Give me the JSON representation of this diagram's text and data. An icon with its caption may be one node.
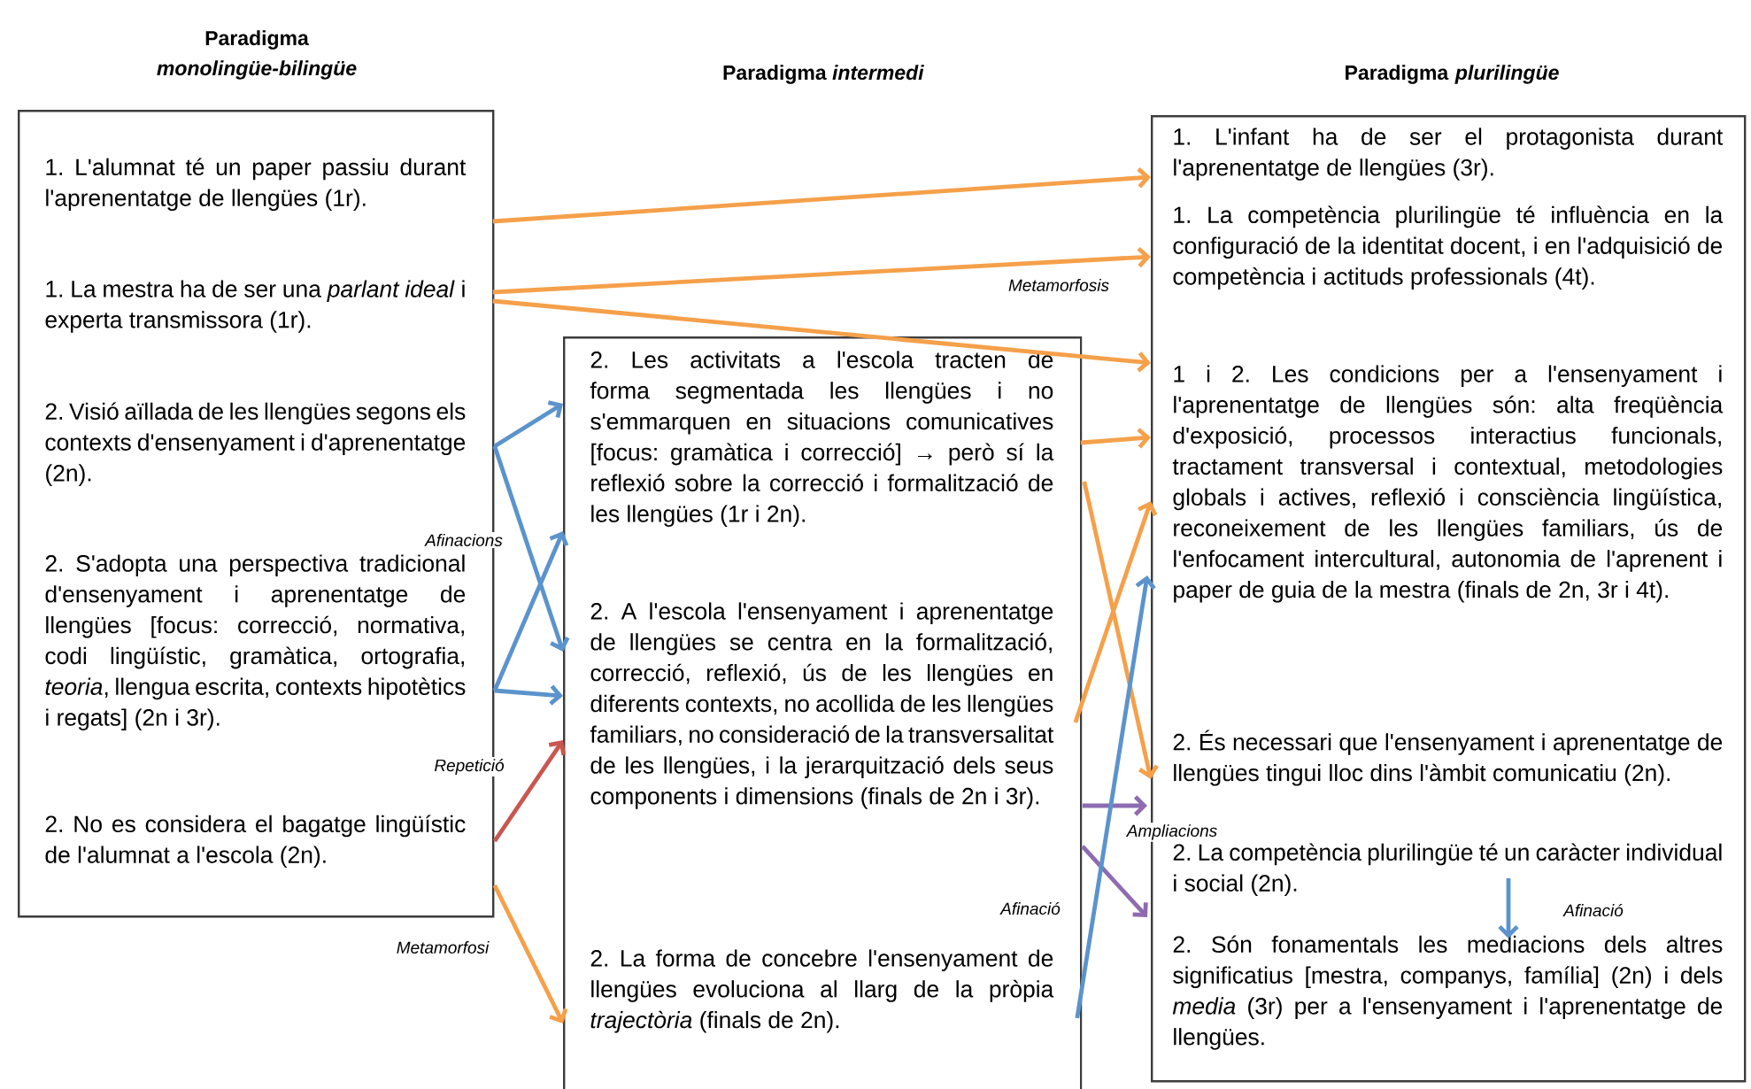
{
  "diagram": {
    "nodes": [
      {
        "text": [
          "Paradigma *monolingüe-bilingüe*"
        ]
      },
      {
        "text": [
          "1. L'alumnat té un paper passiu durant l'aprenentatge de llengües (1r)."
        ],
        "in": 0
      },
      {
        "text": [
          "1. La mestra ha de ser una *parlant ideal* i experta transmissora (1r)."
        ],
        "in": 0
      },
      {
        "text": [
          "2. Visió aïllada de les llengües segons els contexts d'ensenyament i d'aprenentatge (2n)."
        ],
        "in": 0
      },
      {
        "text": [
          "2. S'adopta una perspectiva tradicional d'ensenyament i aprenentatge de llengües [focus: correcció, normativa, codi lingüístic, gramàtica, ortografia, *teoria*, llengua escrita, contexts hipotètics i regats] (2n i 3r)."
        ],
        "in": 0
      },
      {
        "text": [
          "2. No es considera el bagatge lingüístic de l'alumnat a l'escola (2n)."
        ],
        "in": 0
      },
      {
        "text": [],
        "shape": "box"
      },
      {
        "text": [
          "2. Les activitats a l'escola tracten de forma segmentada les llengües i no s'emmarquen en situacions comunicatives [focus: gramàtica i correcció] → però sí la reflexió sobre la correcció i formalització de les llengües (1r i 2n)."
        ],
        "in": 6
      },
      {
        "text": [
          "2. A l'escola l'ensenyament i aprenentatge de llengües se centra en la formalització, correcció, reflexió, ús de les llengües en diferents contexts, no acollida de les llengües familiars, no consideració de la transversalitat de les llengües, i la jerarquització dels seus components i dimensions (finals de 2n i 3r)."
        ],
        "in": 6
      },
      {
        "text": [
          "2. La forma de concebre l'ensenyament de llengües evoluciona al llarg de la pròpia *trajectòria* (finals de 2n)."
        ],
        "in": 6
      },
      {
        "text": [
          "Paradigma *plurilingüe*"
        ]
      },
      {
        "text": [
          "1. L'infant ha de ser el protagonista durant l'aprenentatge de llengües (3r)."
        ],
        "in": 10
      },
      {
        "text": [
          "1. La competència plurilingüe té influència en la configuració de la identitat docent, i en l'adquisició de competència i actituds professionals (4t)."
        ],
        "in": 10
      },
      {
        "text": [
          "1 i 2. Les condicions per a l'ensenyament i l'aprenentatge de llengües són: alta freqüència d'exposició, processos interactius funcionals, tractament transversal i contextual, metodologies globals i actives, reflexió i consciència lingüística, reconeixement de les llengües familiars, ús de l'enfocament intercultural, autonomia de l'aprenent i paper de guia de la mestra (finals de 2n, 3r i 4t)."
        ],
        "in": 10
      },
      {
        "text": [
          "2. És necessari que l'ensenyament i aprenentatge de llengües tingui lloc dins l'àmbit comunicatiu (2n)."
        ],
        "in": 10
      },
      {
        "text": [
          "2. La competència plurilingüe té un caràcter individual i social (2n)."
        ],
        "in": 10
      },
      {
        "text": [
          "2. Són fonamentals les mediacions dels altres significatius [mestra, companys, família] (2n) i dels *media* (3r) per a l'ensenyament i l'aprenentatge de llengües."
        ],
        "in": 10
      }
    ],
    "edges": [
      {
        "from": 1,
        "to": 11,
        "arrow": "to"
      },
      {
        "from": 2,
        "to": 12,
        "arrow": "to",
        "label": "Metamorfosis"
      },
      {
        "from": 2,
        "to": 13,
        "arrow": "to"
      },
      {
        "from": 7,
        "to": 13,
        "arrow": "to"
      },
      {
        "from": 7,
        "to": 14,
        "arrow": "to"
      },
      {
        "from": 8,
        "to": 13,
        "arrow": "to"
      },
      {
        "from": 3,
        "to": 7,
        "arrow": "to",
        "color": "#5b93cc"
      },
      {
        "from": 3,
        "to": 8,
        "arrow": "to",
        "color": "#5b93cc"
      },
      {
        "from": 4,
        "to": 7,
        "arrow": "to",
        "color": "#5b93cc",
        "label": "Afinacions"
      },
      {
        "from": 4,
        "to": 8,
        "arrow": "to",
        "color": "#5b93cc"
      },
      {
        "from": 5,
        "to": 8,
        "arrow": "to",
        "color": "#c9574f",
        "label": "Repetició"
      },
      {
        "from": 5,
        "to": 9,
        "arrow": "to",
        "label": "Metamorfosi"
      },
      {
        "from": 8,
        "to": 14,
        "arrow": "to",
        "color": "#8e6bb0",
        "label": "Ampliacions"
      },
      {
        "from": 8,
        "to": 15,
        "arrow": "to",
        "color": "#8e6bb0",
        "label": "Afinació"
      },
      {
        "from": 9,
        "to": 13,
        "arrow": "to",
        "color": "#5b93cc"
      },
      {
        "from": 15,
        "to": 16,
        "arrow": "to",
        "color": "#5b93cc",
        "label": "Afinació"
      }
    ],
    "labels": [
      "Paradigma *intermedi*"
    ]
  }
}
